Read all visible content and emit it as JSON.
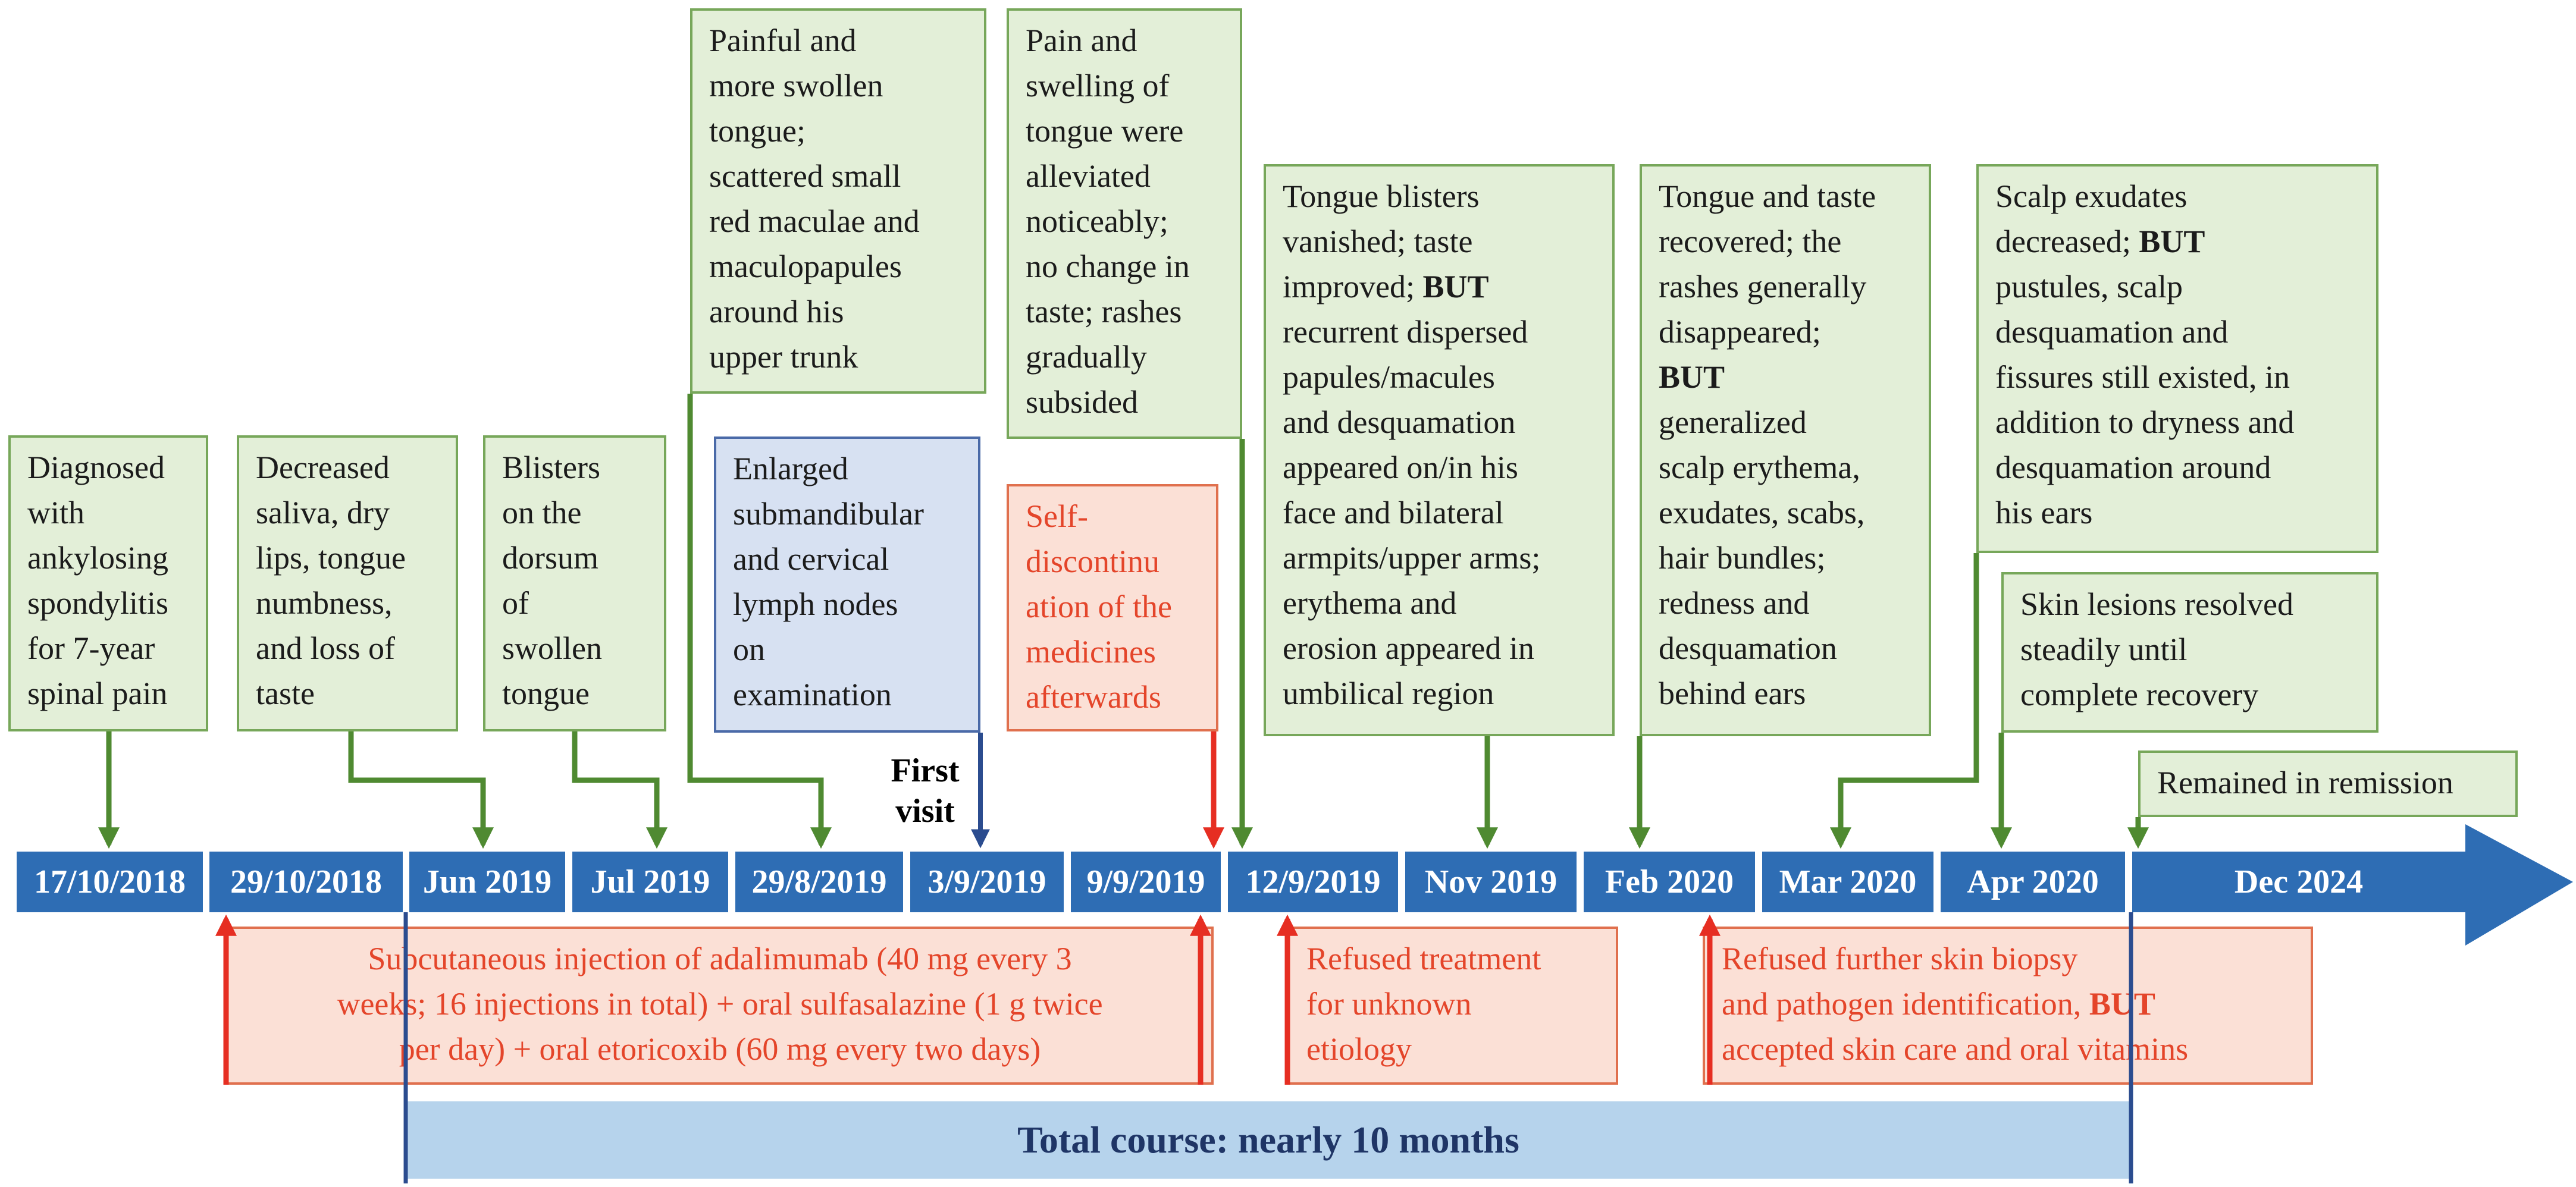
{
  "timeline": {
    "dates": [
      "17/10/2018",
      "29/10/2018",
      "Jun 2019",
      "Jul 2019",
      "29/8/2019",
      "3/9/2019",
      "9/9/2019",
      "12/9/2019",
      "Nov 2019",
      "Feb 2020",
      "Mar 2020",
      "Apr 2020",
      "Dec 2024"
    ],
    "first_visit": "First\nvisit"
  },
  "events_above": [
    {
      "text": "Diagnosed\nwith\nankylosing\nspondylitis\nfor 7-year\nspinal pain"
    },
    {
      "text": "Decreased\nsaliva, dry\nlips, tongue\nnumbness,\nand loss of\ntaste"
    },
    {
      "text": "Blisters\non the\ndorsum\nof\nswollen\ntongue"
    },
    {
      "text": "Painful and\nmore swollen\ntongue;\nscattered small\nred maculae and\nmaculopapules\naround his\nupper trunk"
    },
    {
      "text": "Enlarged\nsubmandibular\nand cervical\nlymph nodes\non\nexamination"
    },
    {
      "text": "Pain and\nswelling of\ntongue were\nalleviated\nnoticeably;\nno change in\ntaste; rashes\ngradually\nsubsided"
    },
    {
      "text": "Self-\ndiscontinu\nation of the\nmedicines\nafterwards"
    },
    {
      "pre": "Tongue blisters\nvanished; taste\nimproved; ",
      "bold": "BUT",
      "post": "\nrecurrent dispersed\npapules/macules\nand desquamation\nappeared on/in his\nface and bilateral\narmpits/upper arms;\nerythema and\nerosion appeared in\numbilical region"
    },
    {
      "pre": "Tongue and taste\nrecovered; the\nrashes generally\ndisappeared;\n",
      "bold": "BUT",
      "post": "\ngeneralized\nscalp erythema,\nexudates, scabs,\nhair bundles;\nredness and\ndesquamation\nbehind ears"
    },
    {
      "pre": "Scalp exudates\ndecreased; ",
      "bold": "BUT",
      "post": "\npustules, scalp\ndesquamation and\nfissures still existed, in\naddition to dryness and\ndesquamation around\nhis ears"
    },
    {
      "text": "Skin lesions resolved\nsteadily until\ncomplete recovery"
    },
    {
      "text": "Remained in remission"
    }
  ],
  "events_below": [
    {
      "text": "Subcutaneous injection of adalimumab (40 mg every 3\nweeks; 16 injections in total)  + oral sulfasalazine (1 g twice\nper day)  + oral etoricoxib (60 mg every two days)"
    },
    {
      "text": "Refused treatment\nfor unknown\netiology"
    },
    {
      "pre": "Refused further skin biopsy\nand pathogen identification, ",
      "bold": "BUT",
      "post": "\naccepted skin care and oral vitamins"
    }
  ],
  "total_course": "Total course: nearly 10 months",
  "colors": {
    "timeline": "#2e6db4",
    "green_box": "#e3efd8",
    "green_border": "#77a75a",
    "green_arrow": "#4f8a31",
    "blue_box": "#d7e1f2",
    "red_text": "#e4452a",
    "red_box": "#fbe0d6",
    "red_arrow": "#e62e22",
    "total_bar": "#b6d3ec",
    "total_text": "#1f3566"
  }
}
